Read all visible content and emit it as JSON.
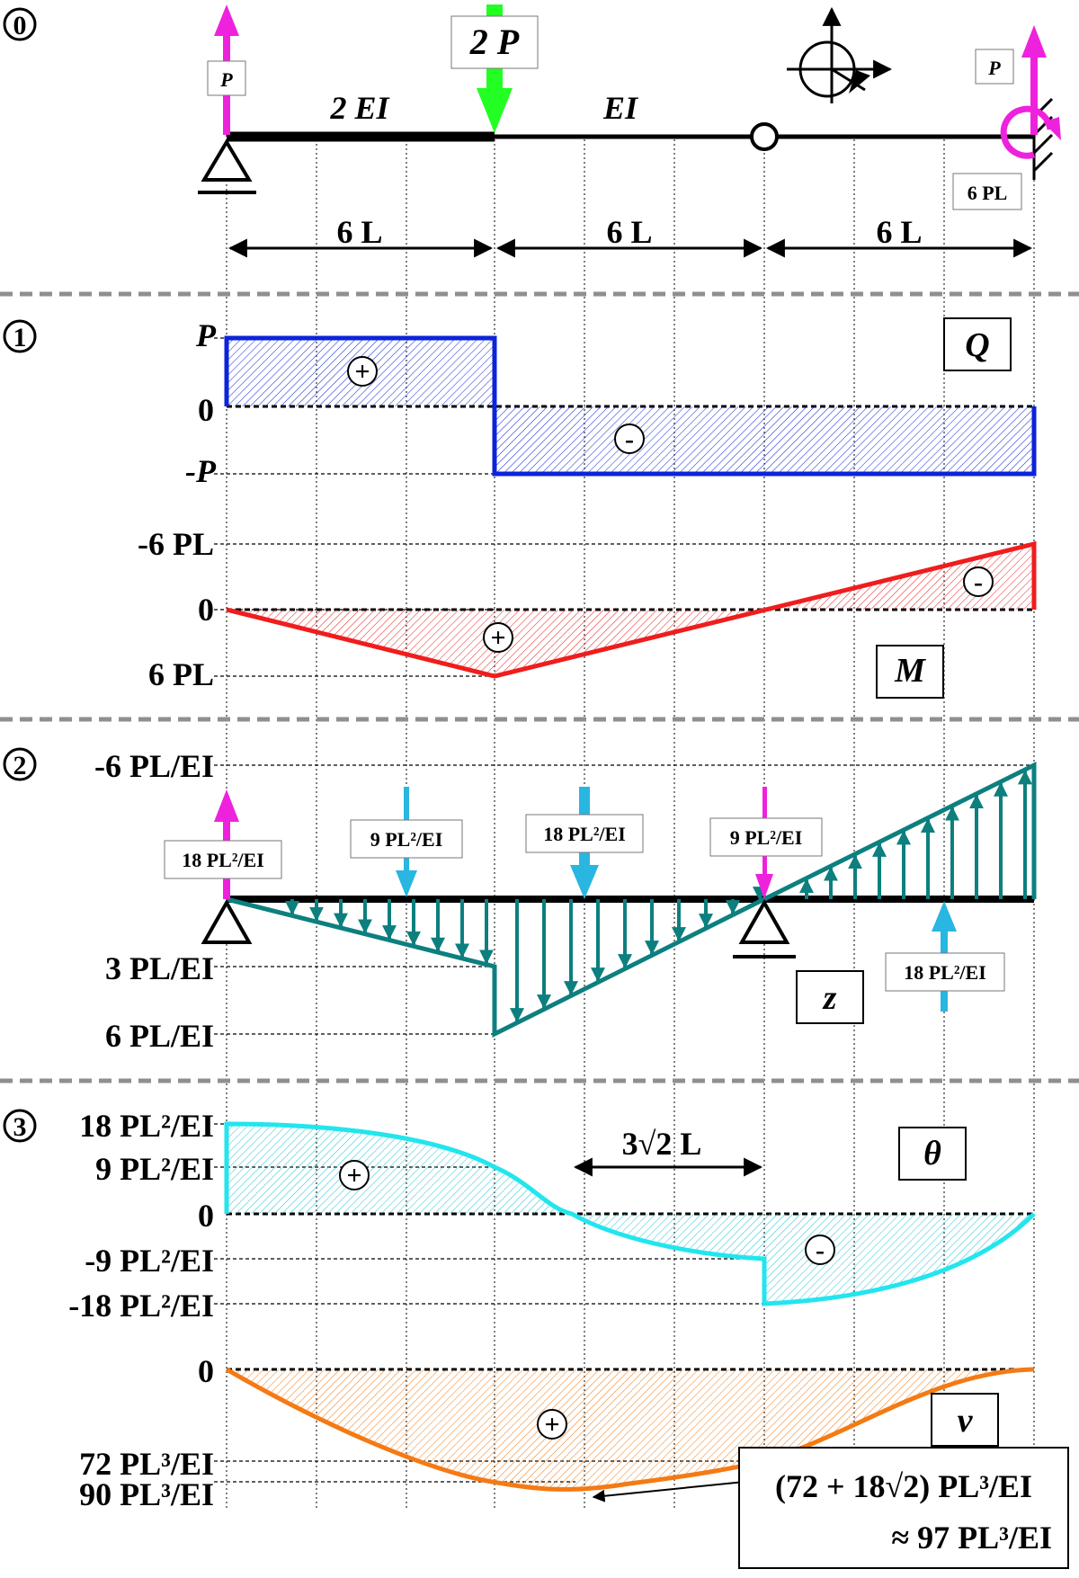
{
  "colors": {
    "shear": "#0b24d9",
    "moment": "#ef1d1d",
    "curvature": "#0d7f7f",
    "rotation": "#22e5ee",
    "deflection": "#f47a14",
    "reaction": "#ee22dd",
    "point_load": "#22ff22",
    "conjugate_load": "#29b6e0",
    "separator": "#8f8f8f"
  },
  "section0": {
    "number": "0",
    "load_left": "P",
    "load_mid": "2 P",
    "load_right": "P",
    "moment_right": "6 PL",
    "stiffness_left": "2 EI",
    "stiffness_right": "EI",
    "spans": [
      "6 L",
      "6 L",
      "6 L"
    ]
  },
  "section1": {
    "number": "1",
    "shear_ticks": [
      "P",
      "0",
      "-P"
    ],
    "shear_label": "Q",
    "moment_ticks": [
      "-6 PL",
      "0",
      "6 PL"
    ],
    "moment_label": "M",
    "signs": [
      "+",
      "-",
      "-",
      "+"
    ]
  },
  "section2": {
    "number": "2",
    "ticks": [
      "-6 PL/EI",
      "3 PL/EI",
      "6 PL/EI"
    ],
    "label": "z",
    "force_left": "18 PL²/EI",
    "force_1": "9 PL²/EI",
    "force_2": "18 PL²/EI",
    "force_3": "9 PL²/EI",
    "force_4": "18 PL²/EI"
  },
  "section3": {
    "number": "3",
    "rotation_ticks": [
      "18 PL²/EI",
      "9 PL²/EI",
      "0",
      "-9 PL²/EI",
      "-18 PL²/EI"
    ],
    "rotation_label": "θ",
    "dimension": "3√2 L",
    "deflection_ticks": [
      "0",
      "72 PL³/EI",
      "90 PL³/EI"
    ],
    "deflection_label": "v",
    "max_line1": "(72 + 18√2) PL³/EI",
    "max_line2": "≈ 97 PL³/EI",
    "signs": [
      "+",
      "-",
      "+"
    ]
  }
}
